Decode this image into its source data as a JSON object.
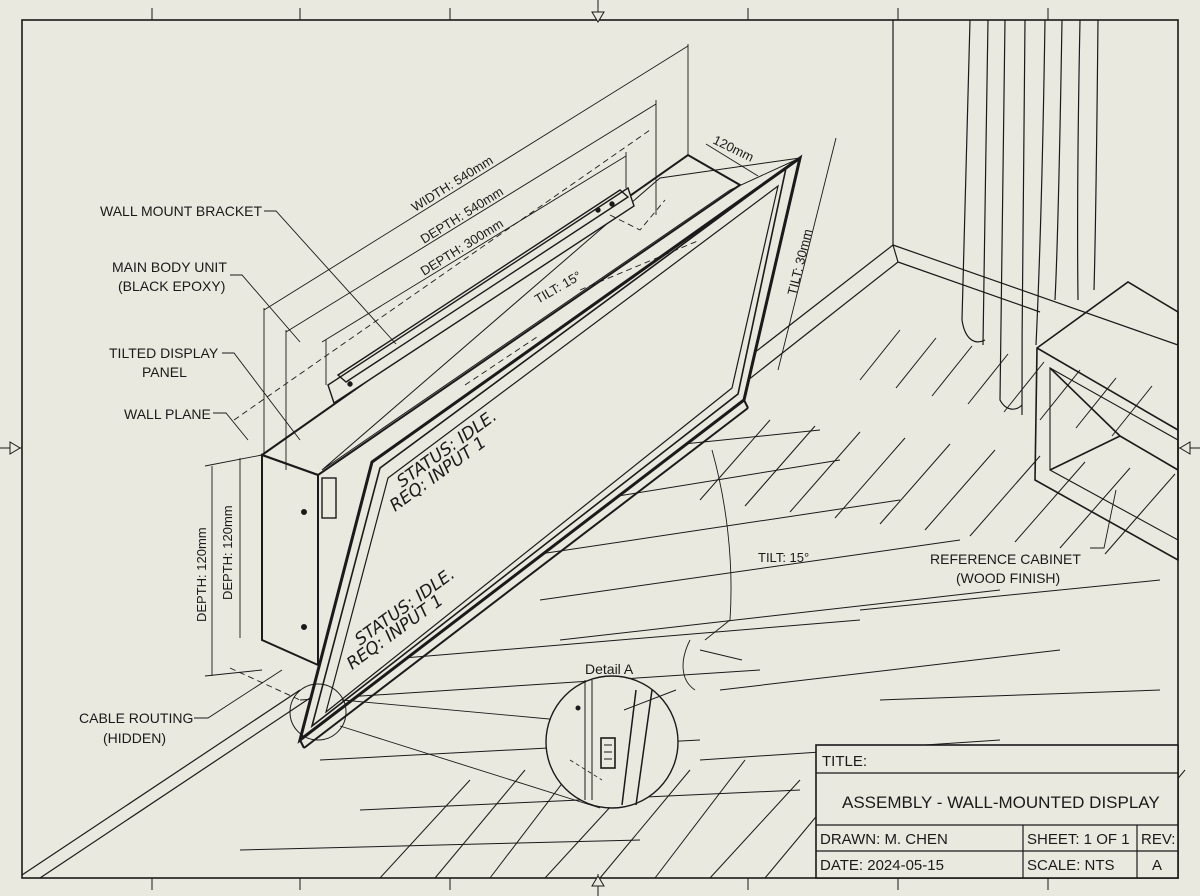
{
  "labels": {
    "wall_mount_bracket": "WALL MOUNT BRACKET",
    "main_body_line1": "MAIN BODY UNIT",
    "main_body_line2": "(BLACK EPOXY)",
    "tilted_panel_line1": "TILTED DISPLAY",
    "tilted_panel_line2": "PANEL",
    "wall_plane": "WALL PLANE",
    "cable_line1": "CABLE ROUTING",
    "cable_line2": "(HIDDEN)",
    "cabinet_line1": "REFERENCE CABINET",
    "cabinet_line2": "(WOOD FINISH)",
    "detail": "Detail A"
  },
  "dimensions": {
    "width": "WIDTH: 540mm",
    "depth_top": "DEPTH: 540mm",
    "depth_300": "DEPTH: 300mm",
    "top_120": "120mm",
    "tilt_30": "TILT: 30mm",
    "tilt_top": "TILT: 15°",
    "tilt_angle": "TILT: 15°",
    "depth_left_a": "DEPTH: 120mm",
    "depth_left_b": "DEPTH: 120mm"
  },
  "screen": {
    "upper_line1": "STATUS: IDLE.",
    "upper_line2": "REQ: INPUT 1",
    "lower_line1": "STATUS: IDLE.",
    "lower_line2": "REQ: INPUT 1"
  },
  "title_block": {
    "title_label": "TITLE:",
    "title": "ASSEMBLY - WALL-MOUNTED DISPLAY",
    "drawn": "DRAWN: M. CHEN",
    "sheet": "SHEET: 1 OF 1",
    "rev_label": "REV:",
    "date": "DATE: 2024-05-15",
    "scale": "SCALE: NTS",
    "rev": "A"
  }
}
